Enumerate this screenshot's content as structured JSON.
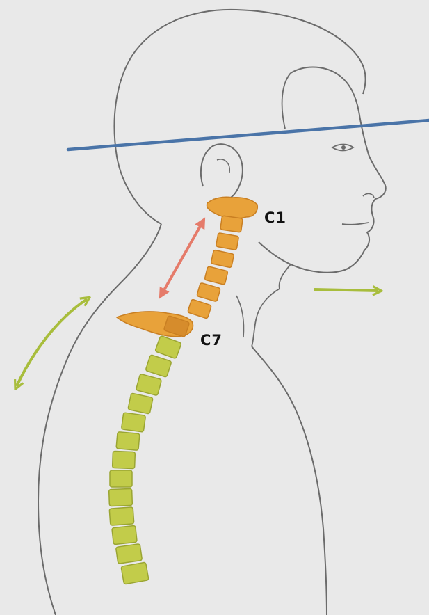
{
  "figure": {
    "labels": {
      "top_vertebra": "C1",
      "bottom_vertebra": "C7"
    }
  },
  "colors": {
    "background": "#e9e9e9",
    "outline": "#6b6b6b",
    "horizontal_line": "#4a74a8",
    "cervical_vertebrae": "#e8a23a",
    "cervical_vertebrae_dark": "#c97f22",
    "thoracic_vertebrae": "#c2cc4a",
    "thoracic_vertebrae_dark": "#9aa532",
    "neck_arrow": "#e57b6a",
    "motion_arrows": "#a8bd3c"
  },
  "icons": {
    "head_line": "horizontal-reference-line",
    "neck_arrow": "double-headed-arrow",
    "back_arrow": "curved-double-headed-arrow",
    "chin_arrow": "right-arrow"
  }
}
